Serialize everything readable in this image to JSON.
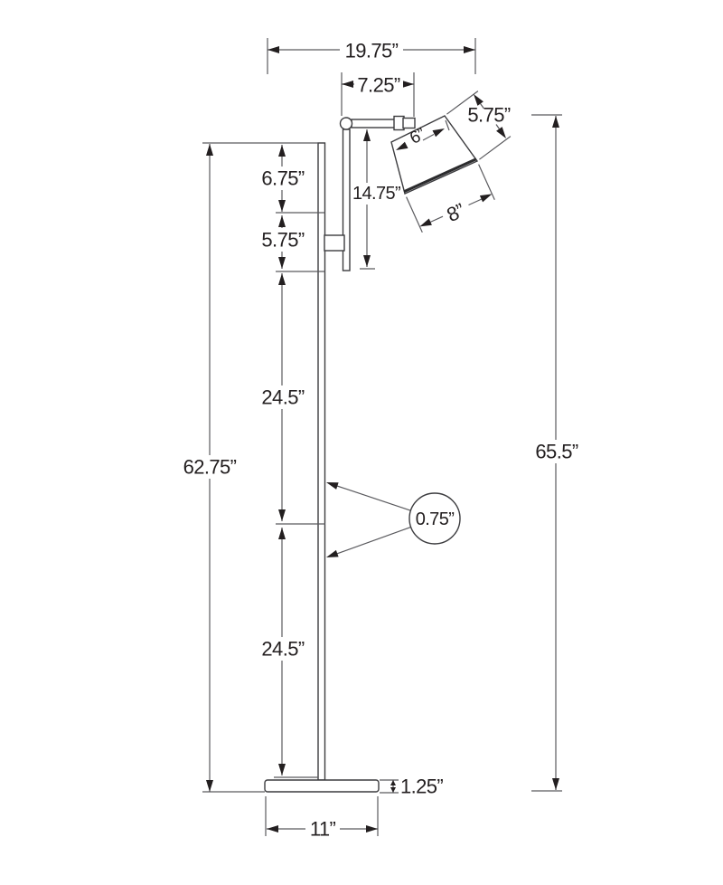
{
  "diagram": {
    "object": "floor lamp dimension drawing",
    "background": "#ffffff",
    "line_color": "#231f20",
    "unit_mark": "”",
    "dimensions": {
      "overall_depth": "19.75”",
      "arm_length": "7.25”",
      "shade_slant_height": "5.75”",
      "shade_top_width": "6”",
      "shade_bottom_width": "8”",
      "head_assembly_height": "14.75”",
      "pole_segment_1": "6.75”",
      "pole_segment_2": "5.75”",
      "pole_segment_3": "24.5”",
      "pole_segment_4": "24.5”",
      "pole_height": "62.75”",
      "overall_height": "65.5”",
      "pole_diameter": "0.75”",
      "base_height": "1.25”",
      "base_width": "11”"
    }
  }
}
